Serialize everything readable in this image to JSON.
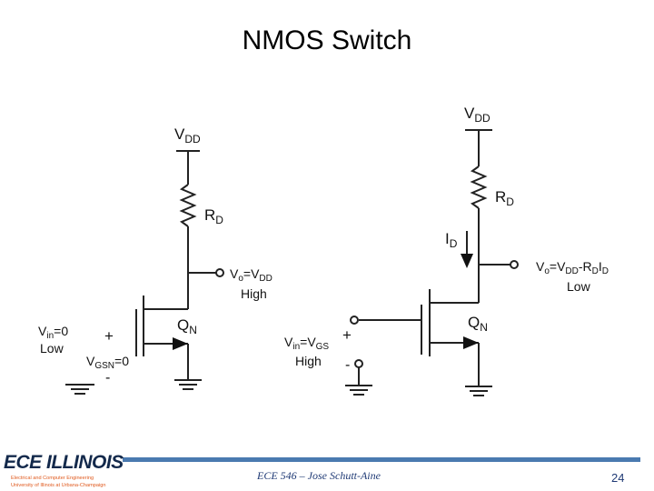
{
  "slide": {
    "title": "NMOS Switch",
    "footer": "ECE 546 – Jose Schutt-Aine",
    "page_number": "24"
  },
  "logo": {
    "text": "ECE ILLINOIS",
    "line1": "Electrical and Computer Engineering",
    "line2": "University of Illinois at Urbana-Champaign"
  },
  "left_circuit": {
    "vdd": "V",
    "vdd_sub": "DD",
    "rd": "R",
    "rd_sub": "D",
    "vo_prefix": "V",
    "vo_sub": "o",
    "vo_eq": "=V",
    "vo_sub2": "DD",
    "vo_state": "High",
    "q": "Q",
    "q_sub": "N",
    "vin": "V",
    "vin_sub": "in",
    "vin_eq": "=0",
    "vin_state": "Low",
    "plus": "+",
    "vgs": "V",
    "vgs_sub": "GSN",
    "vgs_eq": "=0",
    "minus": "-"
  },
  "right_circuit": {
    "vdd": "V",
    "vdd_sub": "DD",
    "rd": "R",
    "rd_sub": "D",
    "id": "I",
    "id_sub": "D",
    "vo_prefix": "V",
    "vo_sub": "o",
    "vo_eq": "=V",
    "vo_sub2": "DD",
    "vo_mid": "-R",
    "vo_sub3": "D",
    "vo_mid2": "I",
    "vo_sub4": "D",
    "vo_state": "Low",
    "q": "Q",
    "q_sub": "N",
    "vin": "V",
    "vin_sub": "in",
    "vin_eq": "=V",
    "vin_sub2": "GS",
    "vin_state": "High",
    "plus": "+",
    "minus": "-"
  }
}
